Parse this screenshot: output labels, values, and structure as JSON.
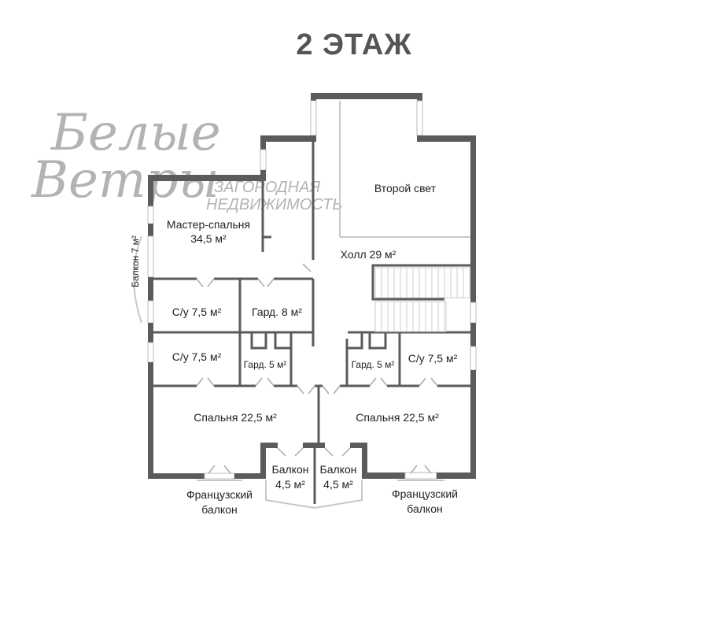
{
  "title": "2 ЭТАЖ",
  "logo": {
    "line1": "Белые",
    "line2": "Ветры",
    "tagline1": "ЗАГОРОДНАЯ",
    "tagline2": "НЕДВИЖИМОСТЬ"
  },
  "rooms": {
    "second_light": "Второй свет",
    "master_name": "Мастер-спальня",
    "master_area": "34,5 м²",
    "balcony_side": "Балкон 7 м²",
    "hall": "Холл 29 м²",
    "bath_top_left": "С/у 7,5 м²",
    "wardrobe_big": "Гард. 8 м²",
    "bath_left": "С/у 7,5 м²",
    "wardrobe_left": "Гард. 5 м²",
    "wardrobe_right": "Гард. 5 м²",
    "bath_right": "С/у 7,5 м²",
    "bedroom_left": "Спальня 22,5 м²",
    "bedroom_right": "Спальня 22,5 м²",
    "balcony_left_1": "Балкон",
    "balcony_left_2": "4,5 м²",
    "balcony_right_1": "Балкон",
    "balcony_right_2": "4,5 м²",
    "french_left_1": "Французский",
    "french_left_2": "балкон",
    "french_right_1": "Французский",
    "french_right_2": "балкон"
  }
}
